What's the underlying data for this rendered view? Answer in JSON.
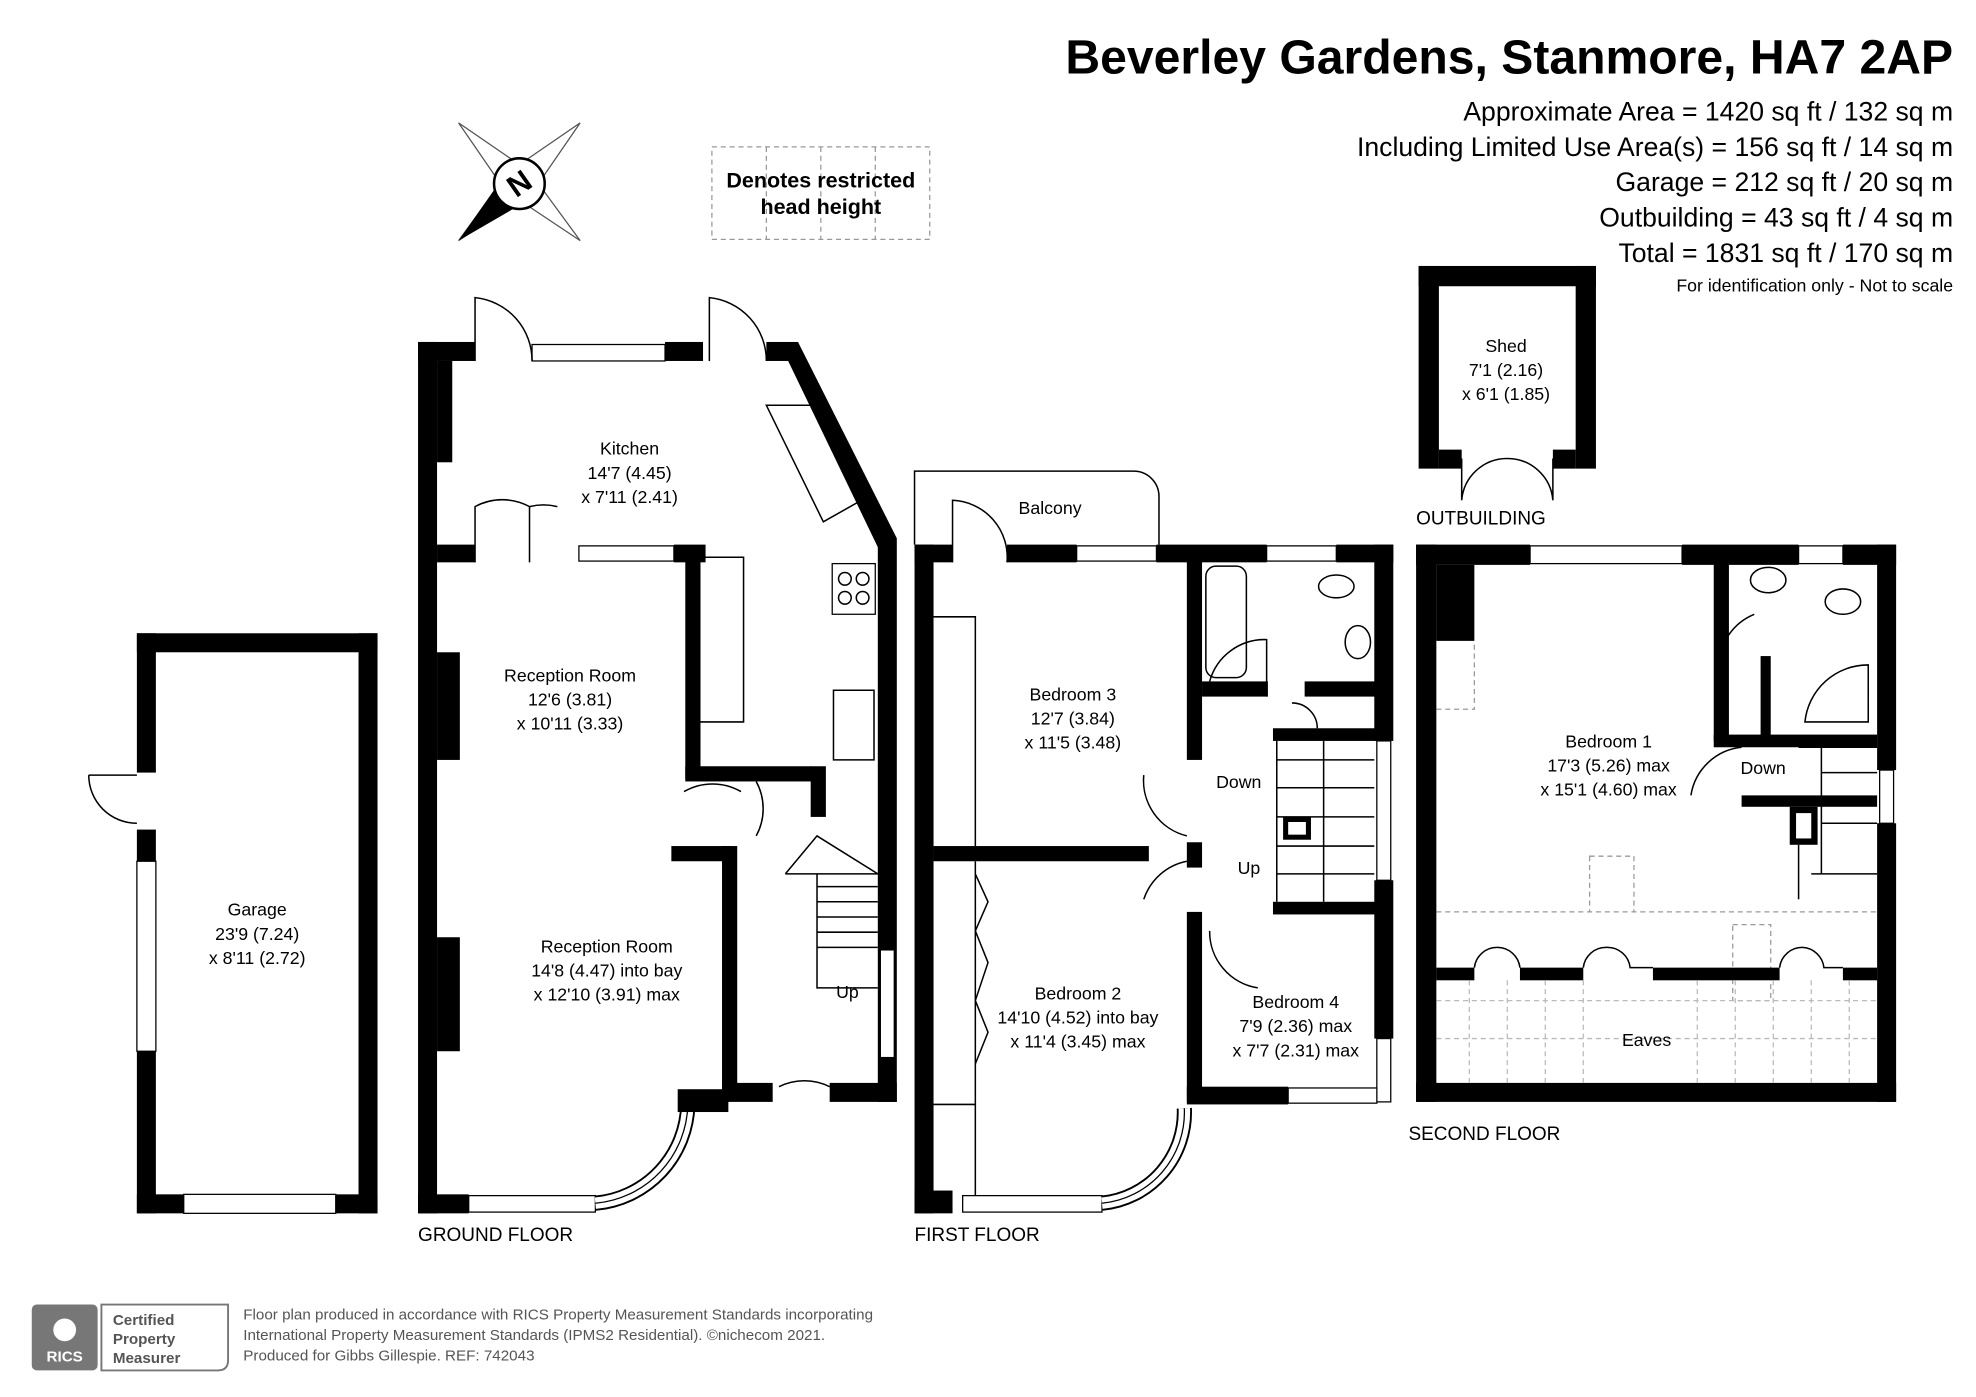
{
  "header": {
    "title": "Beverley Gardens, Stanmore, HA7 2AP",
    "areas": [
      "Approximate Area = 1420 sq ft / 132 sq m",
      "Including Limited Use Area(s) = 156 sq ft / 14 sq m",
      "Garage = 212 sq ft / 20 sq m",
      "Outbuilding = 43 sq ft / 4 sq m",
      "Total = 1831 sq ft / 170 sq m"
    ],
    "disclaimer": "For identification only - Not to scale"
  },
  "compass": {
    "label": "N"
  },
  "legend": {
    "line1": "Denotes restricted",
    "line2": "head height"
  },
  "floors": {
    "ground": "GROUND FLOOR",
    "first": "FIRST FLOOR",
    "second": "SECOND FLOOR",
    "outbuilding": "OUTBUILDING"
  },
  "rooms": {
    "garage": {
      "name": "Garage",
      "l1": "23'9 (7.24)",
      "l2": "x 8'11 (2.72)"
    },
    "kitchen": {
      "name": "Kitchen",
      "l1": "14'7 (4.45)",
      "l2": "x 7'11 (2.41)"
    },
    "reception1": {
      "name": "Reception Room",
      "l1": "12'6 (3.81)",
      "l2": "x 10'11 (3.33)"
    },
    "reception2": {
      "name": "Reception Room",
      "l1": "14'8 (4.47) into bay",
      "l2": "x 12'10 (3.91) max"
    },
    "balcony": {
      "name": "Balcony"
    },
    "bedroom3": {
      "name": "Bedroom 3",
      "l1": "12'7 (3.84)",
      "l2": "x 11'5 (3.48)"
    },
    "bedroom2": {
      "name": "Bedroom 2",
      "l1": "14'10 (4.52) into bay",
      "l2": "x 11'4 (3.45) max"
    },
    "bedroom4": {
      "name": "Bedroom 4",
      "l1": "7'9 (2.36) max",
      "l2": "x 7'7 (2.31) max"
    },
    "shed": {
      "name": "Shed",
      "l1": "7'1 (2.16)",
      "l2": "x 6'1 (1.85)"
    },
    "bedroom1": {
      "name": "Bedroom 1",
      "l1": "17'3 (5.26) max",
      "l2": "x 15'1 (4.60) max"
    },
    "eaves": {
      "name": "Eaves"
    }
  },
  "stairs": {
    "up": "Up",
    "down": "Down"
  },
  "footer": {
    "badge_org": "RICS",
    "badge_text": [
      "Certified",
      "Property",
      "Measurer"
    ],
    "lines": [
      "Floor plan produced in accordance with RICS Property Measurement Standards incorporating",
      "International Property Measurement Standards (IPMS2 Residential).   ©nichecom 2021.",
      "Produced for Gibbs Gillespie.   REF: 742043"
    ]
  }
}
